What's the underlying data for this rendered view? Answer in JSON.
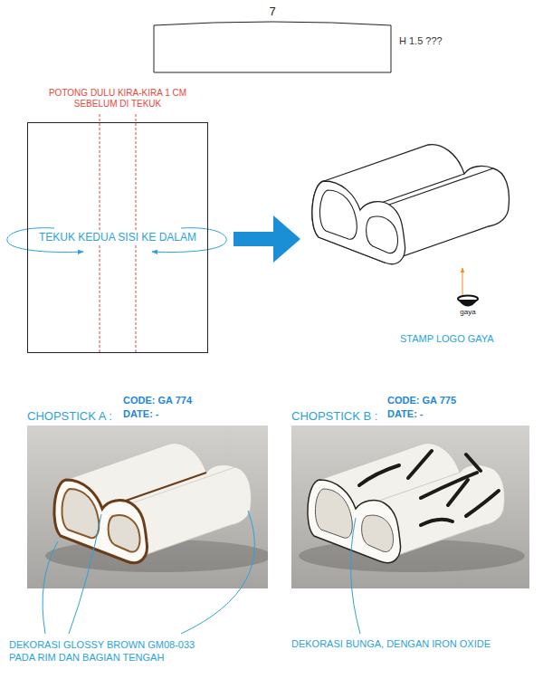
{
  "diagram": {
    "nodes": [
      {
        "text": [
          "TEKUK KEDUA SISI KE DALAM"
        ]
      }
    ],
    "labels": [
      "7",
      "H 1.5 ???",
      "POTONG DULU KIRA-KIRA 1 CM SEBELUM DI TEKUK",
      "gaya",
      "STAMP LOGO GAYA",
      "CHOPSTICK A :",
      "CODE: GA 774",
      "DATE: -",
      "CHOPSTICK B :",
      "CODE: GA 775",
      "DATE: -",
      "DEKORASI GLOSSY BROWN GM08-033 PADA RIM DAN BAGIAN TENGAH",
      "DEKORASI BUNGA, DENGAN IRON OXIDE"
    ]
  }
}
